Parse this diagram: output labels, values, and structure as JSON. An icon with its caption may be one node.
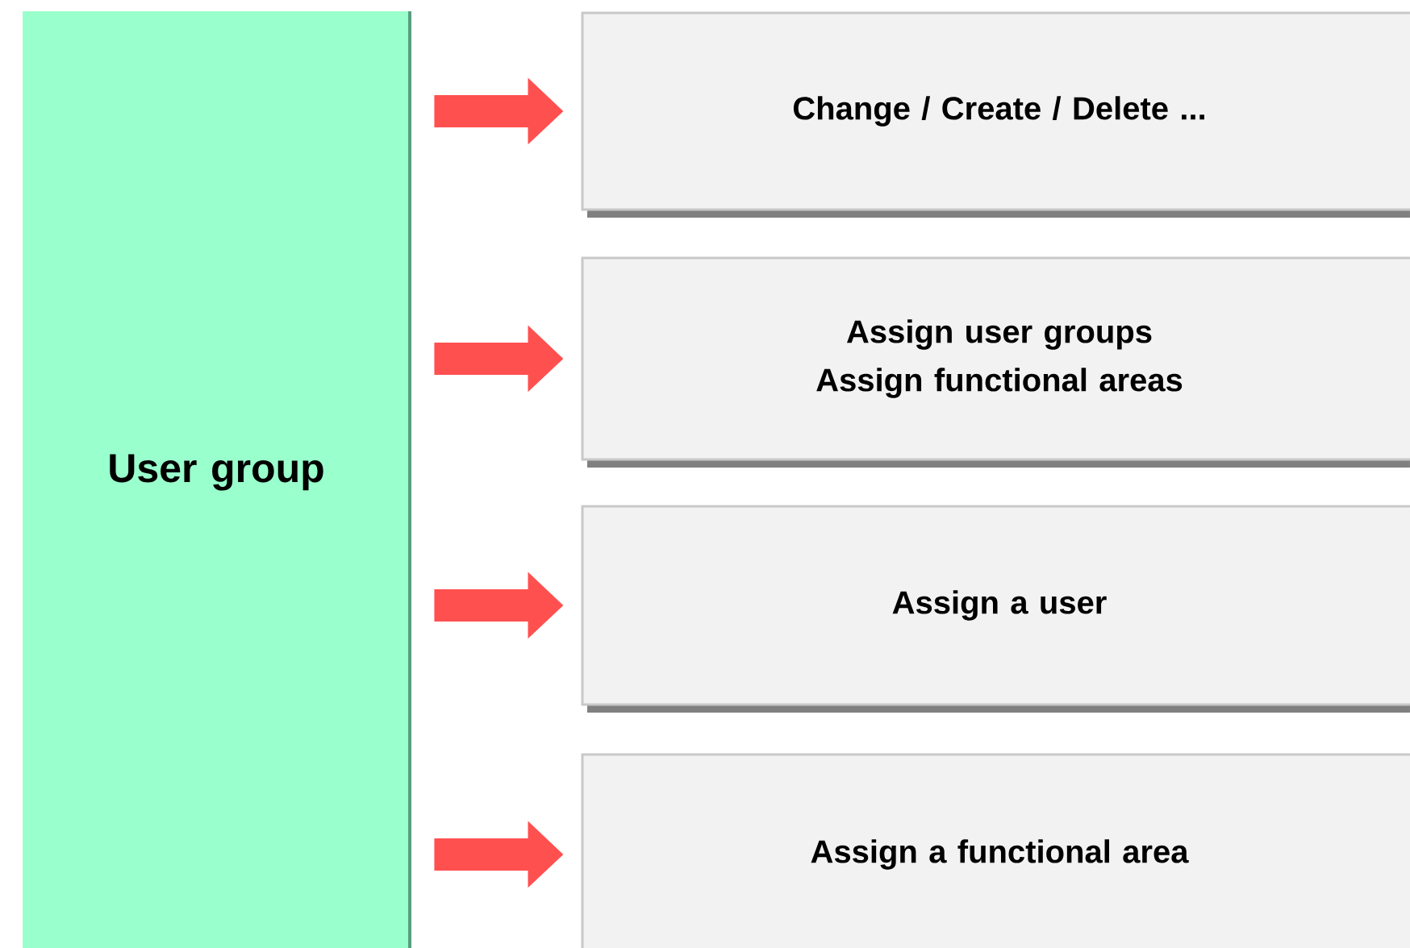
{
  "diagram": {
    "nodes": [
      {
        "text": [
          "User group"
        ]
      },
      {
        "text": [
          "Change / Create / Delete ..."
        ]
      },
      {
        "text": [
          "Assign user groups",
          "Assign functional areas"
        ]
      },
      {
        "text": [
          "Assign a user"
        ]
      },
      {
        "text": [
          "Assign a functional area"
        ]
      }
    ],
    "edges": [
      {
        "from": 0,
        "to": 1,
        "arrow": "to"
      },
      {
        "from": 0,
        "to": 2,
        "arrow": "to"
      },
      {
        "from": 0,
        "to": 3,
        "arrow": "to"
      },
      {
        "from": 0,
        "to": 4,
        "arrow": "to"
      }
    ]
  }
}
